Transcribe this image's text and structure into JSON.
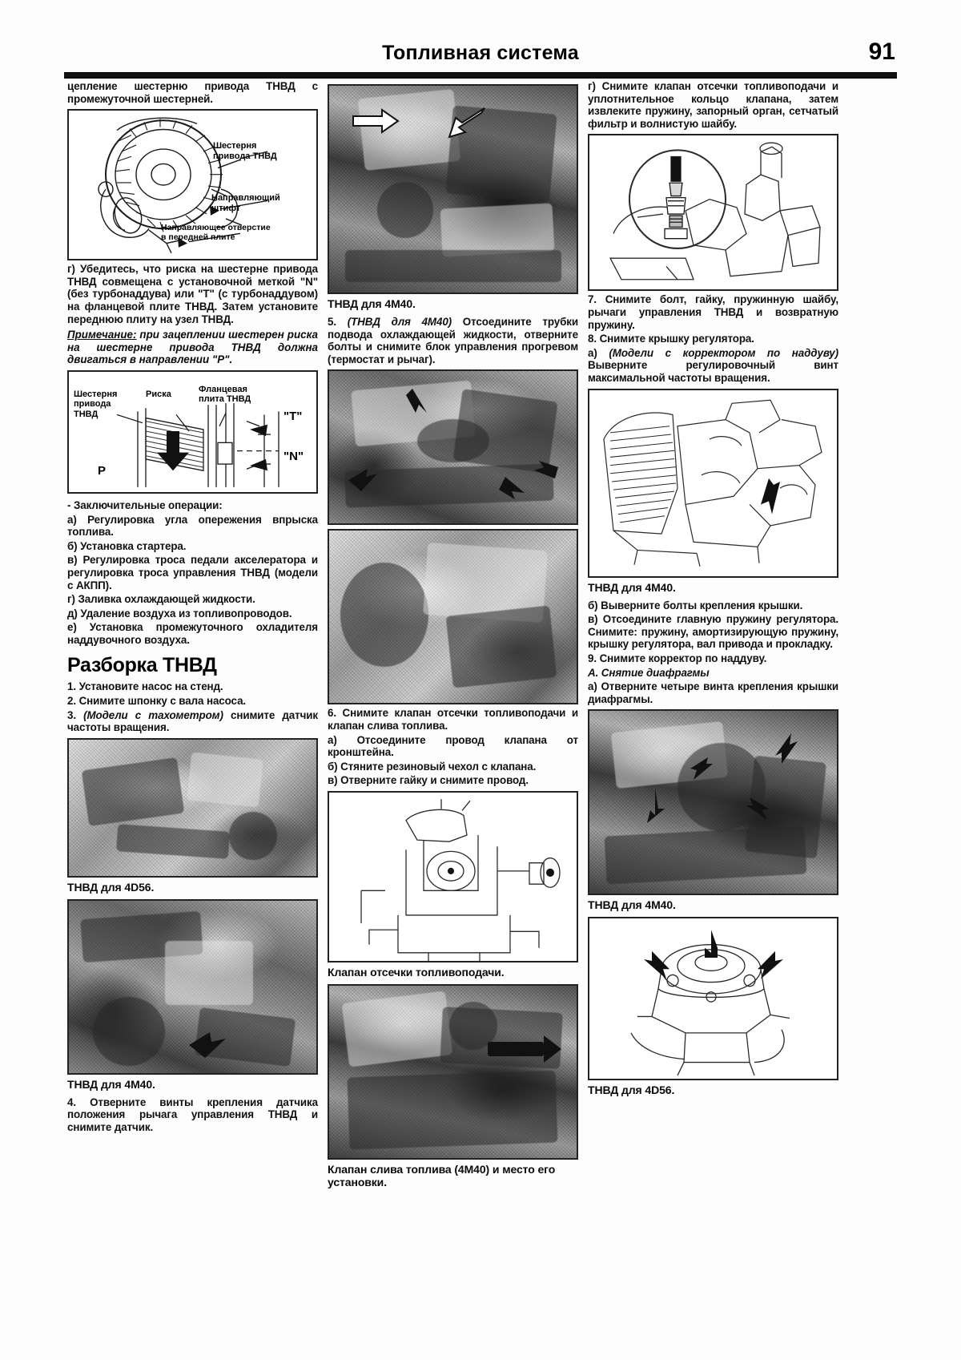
{
  "header": {
    "title": "Топливная система",
    "page_number": "91"
  },
  "left_column": {
    "intro_paragraph": "цепление шестерню привода ТНВД с промежуточной шестерней.",
    "figure1": {
      "labels": [
        "Шестерня\nпривода ТНВД",
        "Направляющий\nштифт",
        "Направляющее отверстие\nв передней плите"
      ]
    },
    "step_g": "г) Убедитесь, что риска на шестерне привода ТНВД совмещена с установочной меткой \"N\" (без турбонаддува) или \"T\" (с турбонаддувом) на фланцевой плите ТНВД. Затем установите переднюю плиту на узел ТНВД.",
    "note_lead": "Примечание:",
    "note_text": " при зацеплении шестерен риска на шестерне привода ТНВД должна двигаться в направлении \"P\".",
    "figure2": {
      "labels": [
        "Шестерня\nпривода\nТНВД",
        "Риска",
        "Фланцевая\nплита ТНВД",
        "\"T\"",
        "\"N\"",
        "P"
      ]
    },
    "final_ops_title": "- Заключительные операции:",
    "final_ops": [
      "а) Регулировка угла опережения впрыска топлива.",
      "б) Установка стартера.",
      "в) Регулировка троса педали акселератора и регулировка троса управления ТНВД (модели с АКПП).",
      "г) Заливка охлаждающей жидкости.",
      "д) Удаление воздуха из топливопроводов.",
      "е) Установка промежуточного охладителя наддувочного воздуха."
    ],
    "section_title": "Разборка ТНВД",
    "steps": [
      "1. Установите насос на стенд.",
      "2. Снимите шпонку с вала насоса."
    ],
    "step3_italic": "(Модели с тахометром)",
    "step3": "3. (Модели с тахометром) снимите датчик частоты вращения.",
    "caption_4d56": "ТНВД для 4D56.",
    "caption_4m40": "ТНВД для 4М40.",
    "step4": "4. Отверните винты крепления датчика положения рычага управления ТНВД и снимите датчик."
  },
  "mid_column": {
    "caption_4m40_top": "ТНВД для 4М40.",
    "step5_italic": "(ТНВД для 4М40)",
    "step5": "5. (ТНВД для 4М40) Отсоедините трубки подвода охлаждающей жидкости, отверните болты и снимите блок управления прогревом (термостат и рычаг).",
    "step6": "6. Снимите клапан отсечки топливоподачи и клапан слива топлива.",
    "step6_items": [
      "а) Отсоедините провод клапана от кронштейна.",
      "б) Стяните резиновый чехол с клапана.",
      "в) Отверните гайку и снимите провод."
    ],
    "caption_valve": "Клапан отсечки топливоподачи.",
    "caption_drain": "Клапан слива топлива (4М40) и место его установки."
  },
  "right_column": {
    "step_g": "г) Снимите клапан отсечки топливоподачи и уплотнительное кольцо клапана, затем извлеките пружину, запорный орган, сетчатый фильтр и волнистую шайбу.",
    "step7": "7. Снимите болт, гайку, пружинную шайбу, рычаги управления ТНВД и возвратную пружину.",
    "step8": "8. Снимите крышку регулятора.",
    "step8a_italic": "(Модели с корректором по наддуву)",
    "step8a": "а) (Модели с корректором по наддуву) Выверните регулировочный винт максимальной частоты вращения.",
    "caption_4m40_mid": "ТНВД для 4М40.",
    "step8b": "б) Выверните болты крепления крышки.",
    "step8v": "в) Отсоедините главную пружину регулятора. Снимите: пружину, амортизирующую пружину, крышку регулятора, вал привода и прокладку.",
    "step9": "9. Снимите корректор по наддуву.",
    "subsection_a": "A. Снятие диафрагмы",
    "step9a": "а) Отверните четыре винта крепления крышки диафрагмы.",
    "caption_4m40_bottom": "ТНВД для 4М40.",
    "caption_4d56_bottom": "ТНВД для 4D56."
  }
}
